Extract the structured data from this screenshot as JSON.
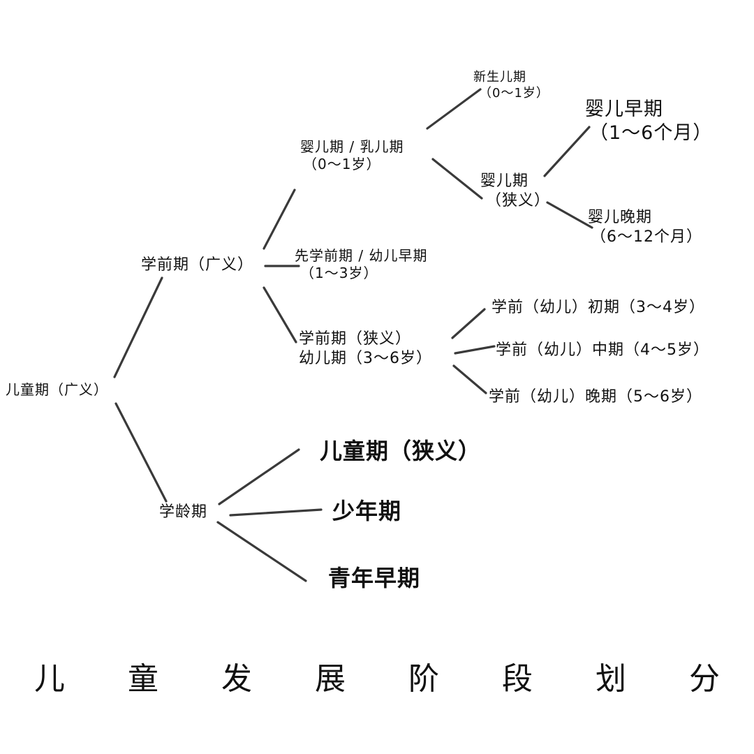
{
  "diagram": {
    "title": "儿 童 发 展 阶 段 划 分",
    "nodes": {
      "childhood_broad": "儿童期（广义）",
      "preschool_broad": "学前期（广义）",
      "school_age": "学龄期",
      "infancy": {
        "line1": "婴儿期 / 乳儿期",
        "line2": "（0～1岁）"
      },
      "early_preschool": {
        "line1": "先学前期 / 幼儿早期",
        "line2": "（1～3岁）"
      },
      "preschool_narrow": {
        "line1": "学前期（狭义）",
        "line2": "幼儿期（3～6岁）"
      },
      "newborn": {
        "line1": "新生儿期",
        "line2": "（0～1岁）"
      },
      "infant_narrow": {
        "line1": "婴儿期",
        "line2": "（狭义）"
      },
      "early_infancy": {
        "line1": "婴儿早期",
        "line2": "（1～6个月）"
      },
      "late_infancy": {
        "line1": "婴儿晚期",
        "line2": "（6～12个月）"
      },
      "preschool_early": "学前（幼儿）初期（3～4岁）",
      "preschool_middle": "学前（幼儿）中期（4～5岁）",
      "preschool_late": "学前（幼儿）晚期（5～6岁）",
      "childhood_narrow": "儿童期（狭义）",
      "adolescence": "少年期",
      "early_youth": "青年早期"
    }
  }
}
